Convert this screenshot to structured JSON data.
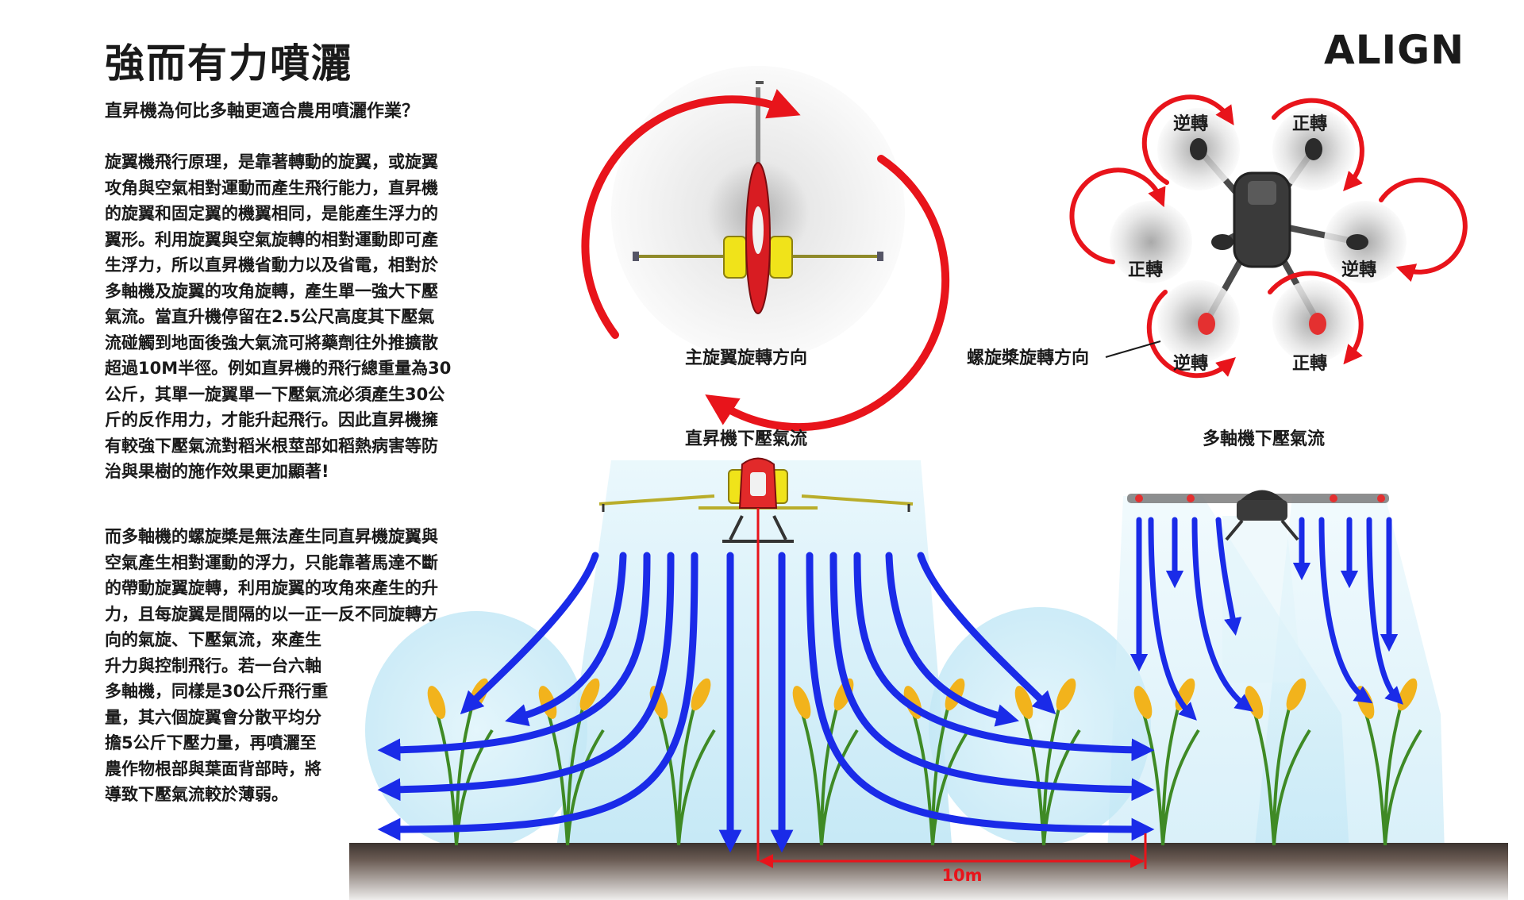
{
  "title": "強而有力噴灑",
  "logo": "ALIGN",
  "subtitle": "直昇機為何比多軸更適合農用噴灑作業？",
  "paragraph1": [
    "旋翼機飛行原理，是靠著轉動的旋翼，或旋翼",
    "攻角與空氣相對運動而產生飛行能力，直昇機",
    "的旋翼和固定翼的機翼相同，是能產生浮力的",
    "翼形。利用旋翼與空氣旋轉的相對運動即可產",
    "生浮力，所以直昇機省動力以及省電，相對於",
    "多軸機及旋翼的攻角旋轉，產生單一強大下壓",
    "氣流。當直升機停留在2.5公尺高度其下壓氣",
    "流碰觸到地面後強大氣流可將藥劑往外推擴散",
    "超過10M半徑。例如直昇機的飛行總重量為30",
    "公斤，其單一旋翼單一下壓氣流必須產生30公",
    "斤的反作用力，才能升起飛行。因此直昇機擁",
    "有較強下壓氣流對稻米根莖部如稻熱病害等防",
    "治與果樹的施作效果更加顯著!"
  ],
  "paragraph2": [
    "而多軸機的螺旋槳是無法產生同直昇機旋翼與",
    "空氣產生相對運動的浮力，只能靠著馬達不斷",
    "的帶動旋翼旋轉，利用旋翼的攻角來產生的升",
    "力，且每旋翼是間隔的以一正一反不同旋轉方",
    "向的氣旋、下壓氣流，來產生",
    "升力與控制飛行。若一台六軸",
    "多軸機，同樣是30公斤飛行重",
    "量，其六個旋翼會分散平均分",
    "擔5公斤下壓力量，再噴灑至",
    "農作物根部與葉面背部時，將",
    "導致下壓氣流較於薄弱。"
  ],
  "labels": {
    "main_rotor_direction": "主旋翼旋轉方向",
    "propeller_direction": "螺旋槳旋轉方向",
    "heli_downwash": "直昇機下壓氣流",
    "multi_downwash": "多軸機下壓氣流",
    "distance": "10m"
  },
  "rotors": [
    {
      "label": "逆轉"
    },
    {
      "label": "正轉"
    },
    {
      "label": "正轉"
    },
    {
      "label": "逆轉"
    },
    {
      "label": "逆轉"
    },
    {
      "label": "正轉"
    }
  ],
  "colors": {
    "rotation_arrow": "#e8141b",
    "airflow_arrow": "#1a2be8",
    "airflow_cone": "#c9ecf8",
    "measure_line": "#e8141b",
    "ground": "#5a4a42",
    "rice_grain": "#f2b31c",
    "rice_leaf": "#3f8a25"
  }
}
